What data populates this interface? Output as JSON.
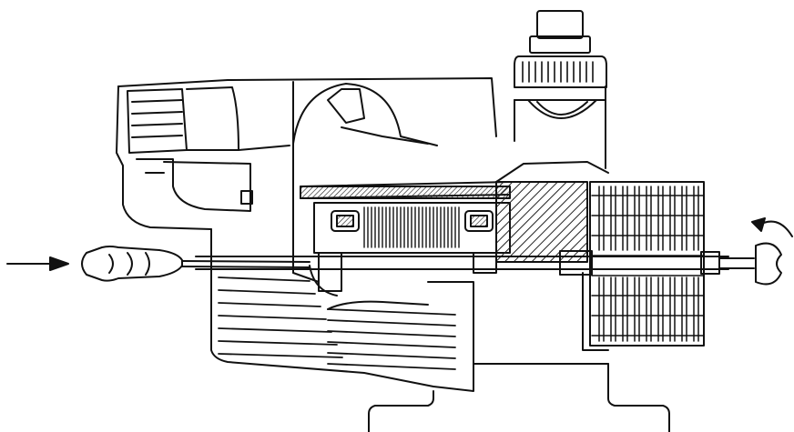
{
  "diagram": {
    "type": "line-art-cross-section",
    "stroke_color": "#111111",
    "background_color": "#ffffff",
    "hatch_color": "#222222",
    "labels": []
  },
  "parts": [
    {
      "name": "pump-housing"
    },
    {
      "name": "motor-cover"
    },
    {
      "name": "filler-cap"
    },
    {
      "name": "stator-winding"
    },
    {
      "name": "rotor-shaft"
    },
    {
      "name": "impeller-stack"
    },
    {
      "name": "screwdriver"
    },
    {
      "name": "shaft-key-tool"
    },
    {
      "name": "push-arrow"
    },
    {
      "name": "rotate-arrow"
    },
    {
      "name": "base-foot"
    }
  ]
}
